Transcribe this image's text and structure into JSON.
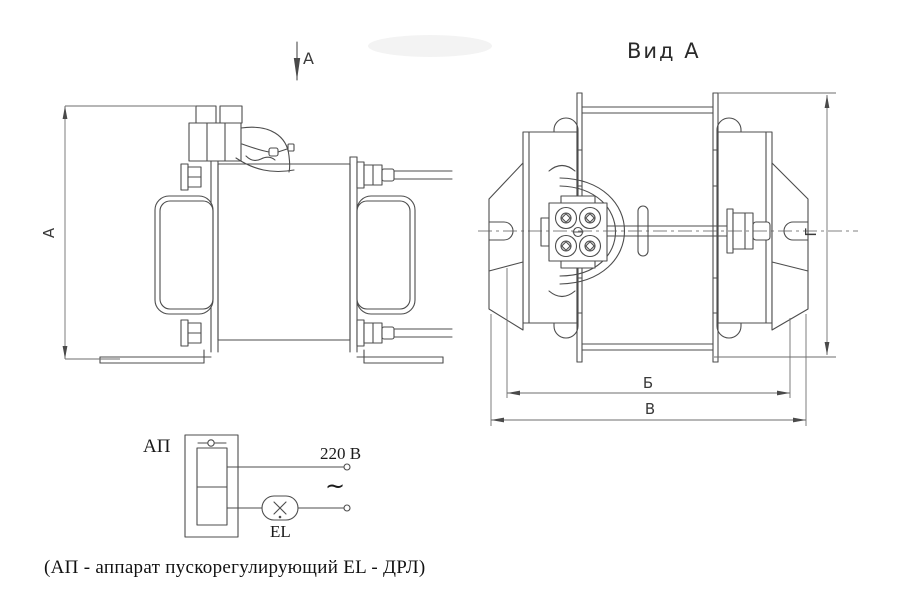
{
  "drawing": {
    "colors": {
      "line": "#4d4d4d",
      "dimension": "#6e6e6e",
      "text": "#2d2d2d",
      "background": "#ffffff"
    },
    "section_label": "А",
    "view_label": "Вид А",
    "dimensions": {
      "height": "А",
      "mount_width": "Б",
      "overall_width": "В",
      "overall_height": "Г"
    },
    "schematic": {
      "ballast_label": "АП",
      "mains_voltage": "220 В",
      "ac_symbol": "~",
      "lamp_label": "EL"
    },
    "caption": "(АП - аппарат пускорегулирующий EL - ДРЛ)"
  }
}
